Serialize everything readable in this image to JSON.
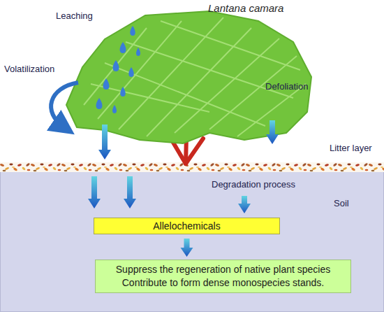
{
  "diagram": {
    "nodes": [
      {
        "text": [
          "Soil"
        ]
      },
      {
        "text": [
          "Allelochemicals"
        ],
        "in": 0
      },
      {
        "text": [
          "Suppress the regeneration of native plant species",
          "Contribute to form dense monospecies stands."
        ],
        "in": 0
      }
    ],
    "edges": [
      {
        "from": 1,
        "to": 2,
        "arrow": "to"
      }
    ],
    "labels": [
      "Lantana camara",
      "Leaching",
      "Volatilization",
      "Defoliation",
      "Litter layer",
      "Degradation process"
    ]
  }
}
